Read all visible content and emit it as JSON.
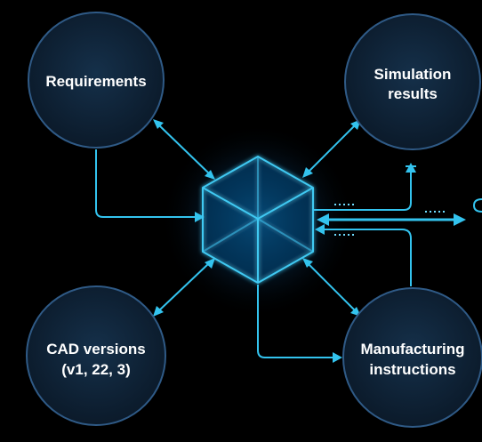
{
  "diagram": {
    "nodes": [
      {
        "id": "requirements",
        "lines": [
          "Requirements"
        ]
      },
      {
        "id": "simulation",
        "lines": [
          "Simulation",
          "results"
        ]
      },
      {
        "id": "cad",
        "lines": [
          "CAD versions",
          "(v1, 22, 3)"
        ]
      },
      {
        "id": "manufacturing",
        "lines": [
          "Manufacturing",
          "instructions"
        ]
      }
    ],
    "hub": {
      "icon": "cube-icon"
    },
    "colors": {
      "background": "#000000",
      "node_fill": "#0f2133",
      "node_border": "#2f5a86",
      "connector": "#33c3ee",
      "cube_edge": "#3fc9f2",
      "text": "#ffffff"
    }
  }
}
